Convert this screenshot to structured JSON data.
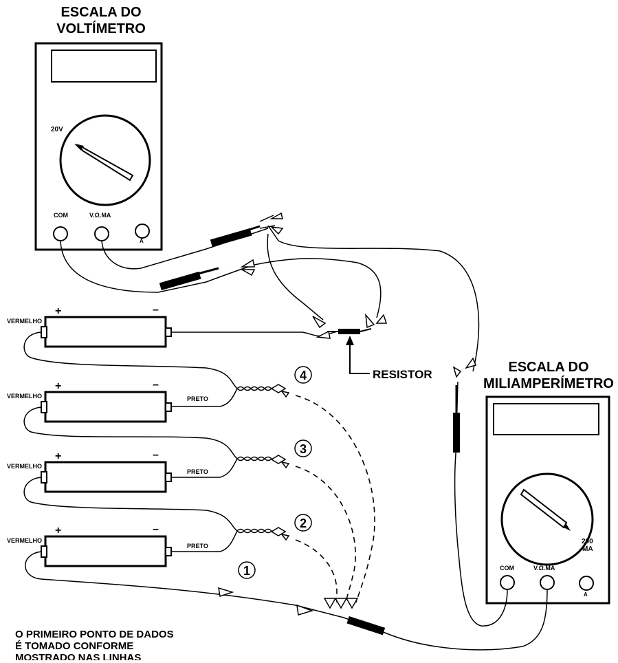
{
  "voltmeter": {
    "title_line1": "ESCALA DO",
    "title_line2": "VOLTÍMETRO",
    "range_label": "20V",
    "jack_com": "COM",
    "jack_vohm": "V.Ω.MA",
    "jack_a": "A"
  },
  "milliammeter": {
    "title_line1": "ESCALA DO",
    "title_line2": "MILIAMPERÍMETRO",
    "range_label_line1": "200",
    "range_label_line2": "MA",
    "jack_com": "COM",
    "jack_vohm": "V.Ω.MA",
    "jack_a": "A"
  },
  "batteries": [
    {
      "plus": "+",
      "minus": "–",
      "red_label": "VERMELHO",
      "black_label": ""
    },
    {
      "plus": "+",
      "minus": "–",
      "red_label": "VERMELHO",
      "black_label": "PRETO"
    },
    {
      "plus": "+",
      "minus": "–",
      "red_label": "VERMELHO",
      "black_label": "PRETO"
    },
    {
      "plus": "+",
      "minus": "–",
      "red_label": "VERMELHO",
      "black_label": "PRETO"
    }
  ],
  "resistor_label": "RESISTOR",
  "markers": [
    "4",
    "3",
    "2",
    "1"
  ],
  "note": {
    "line1": "O PRIMEIRO PONTO DE DADOS",
    "line2": "É TOMADO CONFORME",
    "line3": "MOSTRADO NAS LINHAS"
  }
}
